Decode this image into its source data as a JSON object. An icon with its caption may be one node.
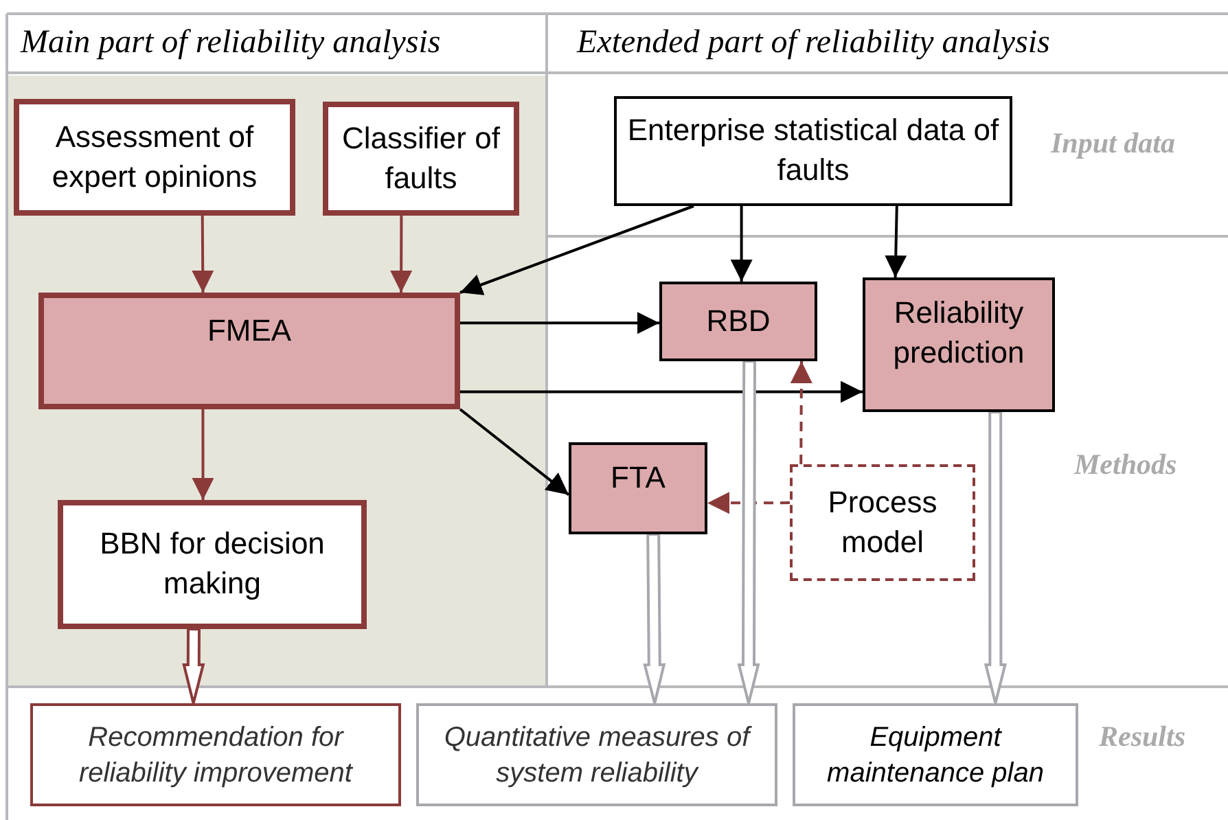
{
  "diagram": {
    "nodes": [
      {
        "text": [
          "Assessment of expert opinions"
        ]
      },
      {
        "text": [
          "Classifier of faults"
        ]
      },
      {
        "text": [
          "Enterprise statistical data of faults"
        ]
      },
      {
        "text": [
          "FMEA"
        ]
      },
      {
        "text": [
          "RBD"
        ]
      },
      {
        "text": [
          "Reliability prediction"
        ]
      },
      {
        "text": [
          "FTA"
        ]
      },
      {
        "text": [
          "Process model"
        ]
      },
      {
        "text": [
          "BBN for decision making"
        ]
      },
      {
        "text": [
          "Recommendation for reliability improvement"
        ]
      },
      {
        "text": [
          "Quantitative measures of system reliability"
        ]
      },
      {
        "text": [
          "Equipment maintenance plan"
        ]
      }
    ],
    "edges": [
      {
        "from": 0,
        "to": 3,
        "arrow": "to",
        "color": "#8b3a3a"
      },
      {
        "from": 1,
        "to": 3,
        "arrow": "to",
        "color": "#8b3a3a"
      },
      {
        "from": 2,
        "to": 3,
        "arrow": "to"
      },
      {
        "from": 2,
        "to": 4,
        "arrow": "to"
      },
      {
        "from": 2,
        "to": 5,
        "arrow": "to"
      },
      {
        "from": 3,
        "to": 4,
        "arrow": "to"
      },
      {
        "from": 3,
        "to": 5,
        "arrow": "to"
      },
      {
        "from": 3,
        "to": 6,
        "arrow": "to"
      },
      {
        "from": 3,
        "to": 8,
        "arrow": "to",
        "color": "#8b3a3a"
      },
      {
        "from": 7,
        "to": 4,
        "arrow": "to",
        "style": "dashed",
        "color": "#8b3a3a"
      },
      {
        "from": 7,
        "to": 6,
        "arrow": "to",
        "style": "dashed",
        "color": "#8b3a3a"
      },
      {
        "from": 8,
        "to": 9,
        "arrow": "to",
        "style": "thick",
        "color": "#8b3a3a"
      },
      {
        "from": 6,
        "to": 10,
        "arrow": "to",
        "style": "thick",
        "color": "#a6a8ad"
      },
      {
        "from": 4,
        "to": 10,
        "arrow": "to",
        "style": "thick",
        "color": "#a6a8ad"
      },
      {
        "from": 5,
        "to": 11,
        "arrow": "to",
        "style": "thick",
        "color": "#a6a8ad"
      }
    ],
    "labels": [
      "Main part of reliability analysis",
      "Extended part of reliability analysis",
      "Input data",
      "Methods",
      "Results"
    ]
  }
}
